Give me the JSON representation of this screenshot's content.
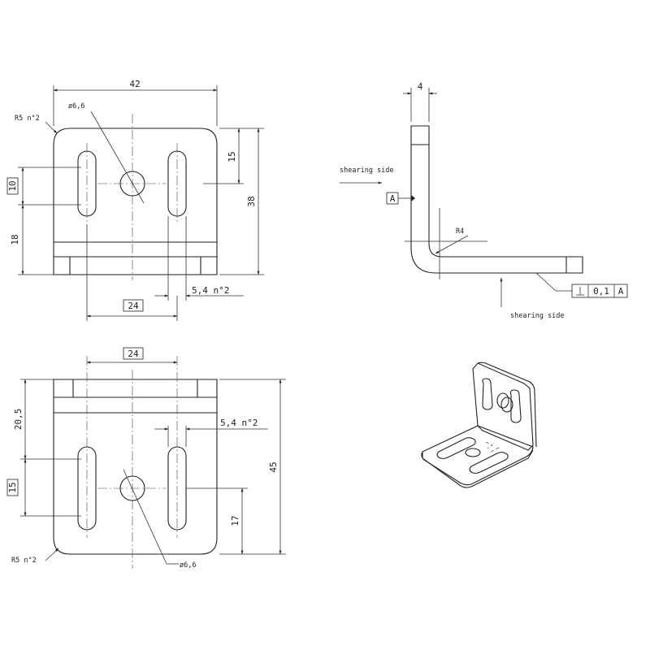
{
  "front_view": {
    "width_dim": "42",
    "corner_radius": "R5 n°2",
    "hole_dia": "ø6,6",
    "height_dim": "38",
    "top_offset": "15",
    "basic_slot_pos": "10",
    "lower_dim": "18",
    "slot_spacing": "24",
    "slot_width": "5,4 n°2"
  },
  "side_view": {
    "thickness": "4",
    "shearing_side_top": "shearing side",
    "datum": "A",
    "bend_radius": "R4",
    "shearing_side_bottom": "shearing side",
    "tolerance_value": "0,1",
    "tolerance_datum": "A"
  },
  "bottom_view": {
    "slot_spacing": "24",
    "slot_width": "5,4 n°2",
    "upper_dim": "20,5",
    "basic_pos": "15",
    "height_dim": "45",
    "hole_offset": "17",
    "corner_radius": "R5 n°2",
    "hole_dia": "ø6,6"
  }
}
